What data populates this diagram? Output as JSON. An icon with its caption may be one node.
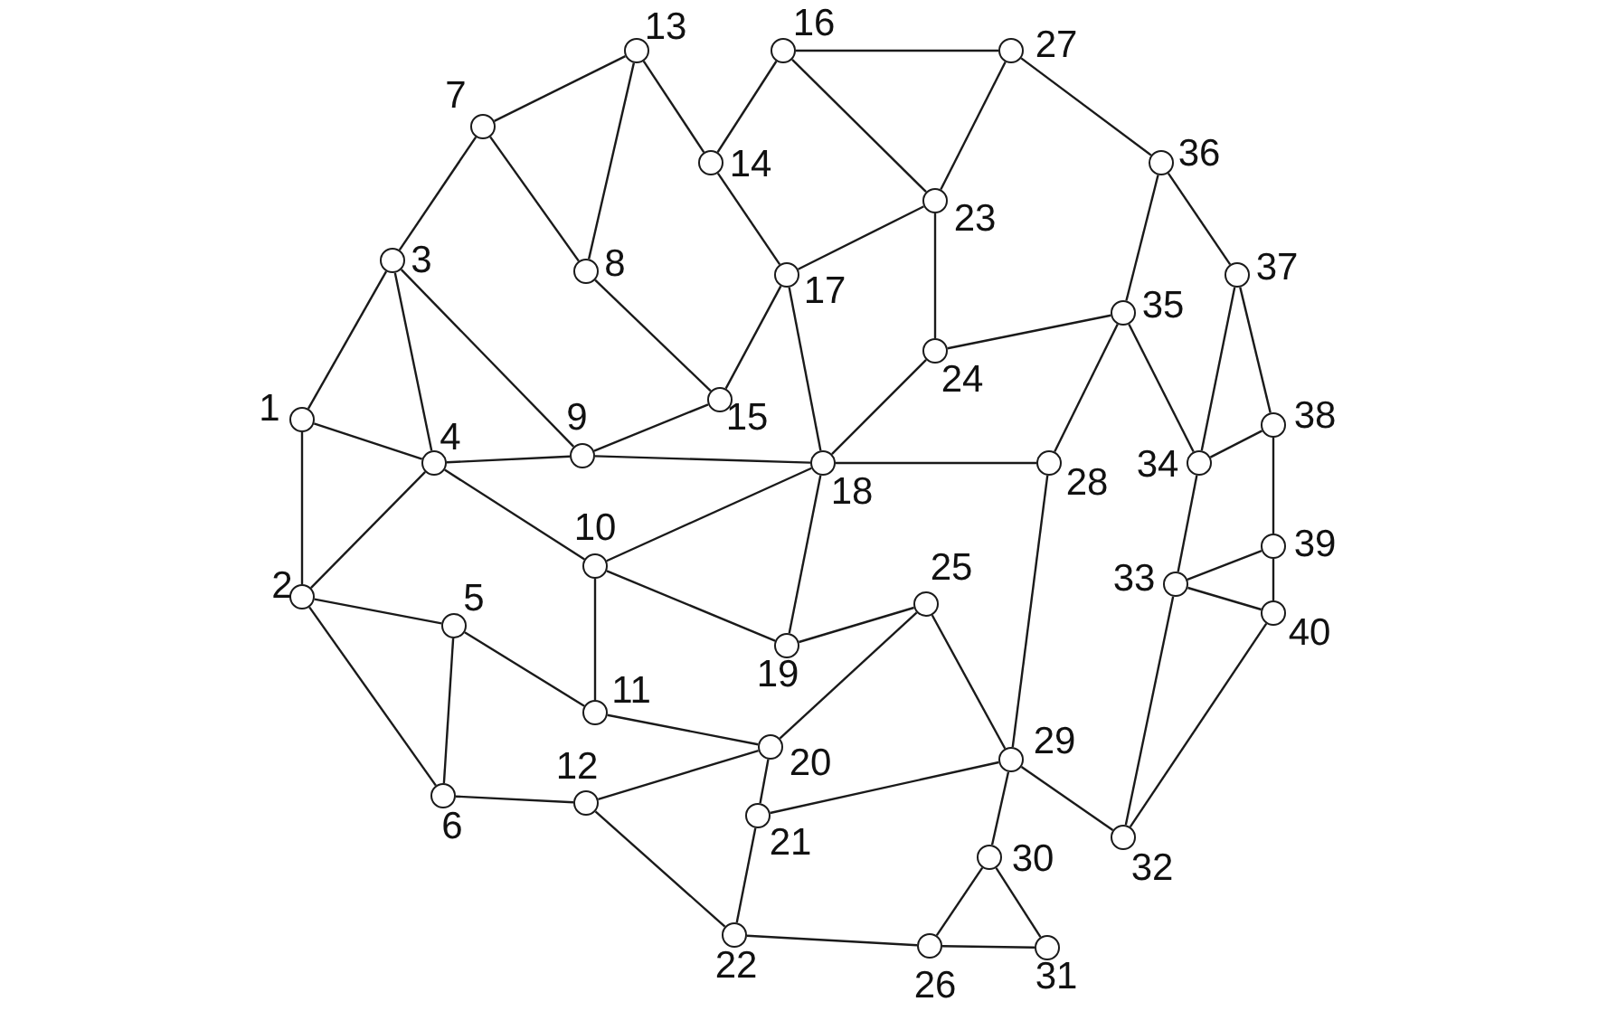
{
  "diagram": {
    "nodes": [
      {
        "text": [],
        "shape": "circle",
        "beside": [
          "1"
        ]
      },
      {
        "text": [],
        "shape": "circle",
        "beside": [
          "2"
        ]
      },
      {
        "text": [],
        "shape": "circle",
        "beside": [
          "3"
        ]
      },
      {
        "text": [],
        "shape": "circle",
        "beside": [
          "4"
        ]
      },
      {
        "text": [],
        "shape": "circle",
        "beside": [
          "5"
        ]
      },
      {
        "text": [],
        "shape": "circle",
        "beside": [
          "6"
        ]
      },
      {
        "text": [],
        "shape": "circle",
        "beside": [
          "7"
        ]
      },
      {
        "text": [],
        "shape": "circle",
        "beside": [
          "8"
        ]
      },
      {
        "text": [],
        "shape": "circle",
        "beside": [
          "9"
        ]
      },
      {
        "text": [],
        "shape": "circle",
        "beside": [
          "10"
        ]
      },
      {
        "text": [],
        "shape": "circle",
        "beside": [
          "11"
        ]
      },
      {
        "text": [],
        "shape": "circle",
        "beside": [
          "12"
        ]
      },
      {
        "text": [],
        "shape": "circle",
        "beside": [
          "13"
        ]
      },
      {
        "text": [],
        "shape": "circle",
        "beside": [
          "14"
        ]
      },
      {
        "text": [],
        "shape": "circle",
        "beside": [
          "15"
        ]
      },
      {
        "text": [],
        "shape": "circle",
        "beside": [
          "16"
        ]
      },
      {
        "text": [],
        "shape": "circle",
        "beside": [
          "17"
        ]
      },
      {
        "text": [],
        "shape": "circle",
        "beside": [
          "18"
        ]
      },
      {
        "text": [],
        "shape": "circle",
        "beside": [
          "19"
        ]
      },
      {
        "text": [],
        "shape": "circle",
        "beside": [
          "20"
        ]
      },
      {
        "text": [],
        "shape": "circle",
        "beside": [
          "21"
        ]
      },
      {
        "text": [],
        "shape": "circle",
        "beside": [
          "22"
        ]
      },
      {
        "text": [],
        "shape": "circle",
        "beside": [
          "23"
        ]
      },
      {
        "text": [],
        "shape": "circle",
        "beside": [
          "24"
        ]
      },
      {
        "text": [],
        "shape": "circle",
        "beside": [
          "25"
        ]
      },
      {
        "text": [],
        "shape": "circle",
        "beside": [
          "26"
        ]
      },
      {
        "text": [],
        "shape": "circle",
        "beside": [
          "27"
        ]
      },
      {
        "text": [],
        "shape": "circle",
        "beside": [
          "28"
        ]
      },
      {
        "text": [],
        "shape": "circle",
        "beside": [
          "29"
        ]
      },
      {
        "text": [],
        "shape": "circle",
        "beside": [
          "30"
        ]
      },
      {
        "text": [],
        "shape": "circle",
        "beside": [
          "31"
        ]
      },
      {
        "text": [],
        "shape": "circle",
        "beside": [
          "32"
        ]
      },
      {
        "text": [],
        "shape": "circle",
        "beside": [
          "33"
        ]
      },
      {
        "text": [],
        "shape": "circle",
        "beside": [
          "34"
        ]
      },
      {
        "text": [],
        "shape": "circle",
        "beside": [
          "35"
        ]
      },
      {
        "text": [],
        "shape": "circle",
        "beside": [
          "36"
        ]
      },
      {
        "text": [],
        "shape": "circle",
        "beside": [
          "37"
        ]
      },
      {
        "text": [],
        "shape": "circle",
        "beside": [
          "38"
        ]
      },
      {
        "text": [],
        "shape": "circle",
        "beside": [
          "39"
        ]
      },
      {
        "text": [],
        "shape": "circle",
        "beside": [
          "40"
        ]
      }
    ],
    "edges": [
      {
        "from": 0,
        "to": 1,
        "arrow": "none"
      },
      {
        "from": 0,
        "to": 2,
        "arrow": "none"
      },
      {
        "from": 0,
        "to": 3,
        "arrow": "none"
      },
      {
        "from": 1,
        "to": 3,
        "arrow": "none"
      },
      {
        "from": 1,
        "to": 4,
        "arrow": "none"
      },
      {
        "from": 1,
        "to": 5,
        "arrow": "none"
      },
      {
        "from": 2,
        "to": 3,
        "arrow": "none"
      },
      {
        "from": 2,
        "to": 6,
        "arrow": "none"
      },
      {
        "from": 2,
        "to": 8,
        "arrow": "none"
      },
      {
        "from": 3,
        "to": 8,
        "arrow": "none"
      },
      {
        "from": 3,
        "to": 9,
        "arrow": "none"
      },
      {
        "from": 4,
        "to": 5,
        "arrow": "none"
      },
      {
        "from": 4,
        "to": 10,
        "arrow": "none"
      },
      {
        "from": 5,
        "to": 11,
        "arrow": "none"
      },
      {
        "from": 6,
        "to": 7,
        "arrow": "none"
      },
      {
        "from": 6,
        "to": 12,
        "arrow": "none"
      },
      {
        "from": 7,
        "to": 12,
        "arrow": "none"
      },
      {
        "from": 7,
        "to": 14,
        "arrow": "none"
      },
      {
        "from": 8,
        "to": 14,
        "arrow": "none"
      },
      {
        "from": 8,
        "to": 17,
        "arrow": "none"
      },
      {
        "from": 9,
        "to": 10,
        "arrow": "none"
      },
      {
        "from": 9,
        "to": 17,
        "arrow": "none"
      },
      {
        "from": 9,
        "to": 18,
        "arrow": "none"
      },
      {
        "from": 10,
        "to": 19,
        "arrow": "none"
      },
      {
        "from": 11,
        "to": 19,
        "arrow": "none"
      },
      {
        "from": 11,
        "to": 21,
        "arrow": "none"
      },
      {
        "from": 12,
        "to": 13,
        "arrow": "none"
      },
      {
        "from": 13,
        "to": 15,
        "arrow": "none"
      },
      {
        "from": 13,
        "to": 16,
        "arrow": "none"
      },
      {
        "from": 14,
        "to": 16,
        "arrow": "none"
      },
      {
        "from": 15,
        "to": 22,
        "arrow": "none"
      },
      {
        "from": 15,
        "to": 26,
        "arrow": "none"
      },
      {
        "from": 16,
        "to": 17,
        "arrow": "none"
      },
      {
        "from": 16,
        "to": 22,
        "arrow": "none"
      },
      {
        "from": 17,
        "to": 18,
        "arrow": "none"
      },
      {
        "from": 17,
        "to": 23,
        "arrow": "none"
      },
      {
        "from": 17,
        "to": 27,
        "arrow": "none"
      },
      {
        "from": 18,
        "to": 24,
        "arrow": "none"
      },
      {
        "from": 19,
        "to": 20,
        "arrow": "none"
      },
      {
        "from": 19,
        "to": 24,
        "arrow": "none"
      },
      {
        "from": 20,
        "to": 21,
        "arrow": "none"
      },
      {
        "from": 20,
        "to": 28,
        "arrow": "none"
      },
      {
        "from": 21,
        "to": 25,
        "arrow": "none"
      },
      {
        "from": 22,
        "to": 23,
        "arrow": "none"
      },
      {
        "from": 22,
        "to": 26,
        "arrow": "none"
      },
      {
        "from": 23,
        "to": 34,
        "arrow": "none"
      },
      {
        "from": 24,
        "to": 28,
        "arrow": "none"
      },
      {
        "from": 25,
        "to": 29,
        "arrow": "none"
      },
      {
        "from": 25,
        "to": 30,
        "arrow": "none"
      },
      {
        "from": 26,
        "to": 35,
        "arrow": "none"
      },
      {
        "from": 27,
        "to": 28,
        "arrow": "none"
      },
      {
        "from": 27,
        "to": 34,
        "arrow": "none"
      },
      {
        "from": 28,
        "to": 29,
        "arrow": "none"
      },
      {
        "from": 28,
        "to": 31,
        "arrow": "none"
      },
      {
        "from": 29,
        "to": 30,
        "arrow": "none"
      },
      {
        "from": 31,
        "to": 32,
        "arrow": "none"
      },
      {
        "from": 31,
        "to": 39,
        "arrow": "none"
      },
      {
        "from": 32,
        "to": 33,
        "arrow": "none"
      },
      {
        "from": 32,
        "to": 38,
        "arrow": "none"
      },
      {
        "from": 32,
        "to": 39,
        "arrow": "none"
      },
      {
        "from": 33,
        "to": 34,
        "arrow": "none"
      },
      {
        "from": 33,
        "to": 36,
        "arrow": "none"
      },
      {
        "from": 33,
        "to": 37,
        "arrow": "none"
      },
      {
        "from": 34,
        "to": 35,
        "arrow": "none"
      },
      {
        "from": 35,
        "to": 36,
        "arrow": "none"
      },
      {
        "from": 36,
        "to": 37,
        "arrow": "none"
      },
      {
        "from": 37,
        "to": 38,
        "arrow": "none"
      },
      {
        "from": 38,
        "to": 39,
        "arrow": "none"
      }
    ]
  }
}
